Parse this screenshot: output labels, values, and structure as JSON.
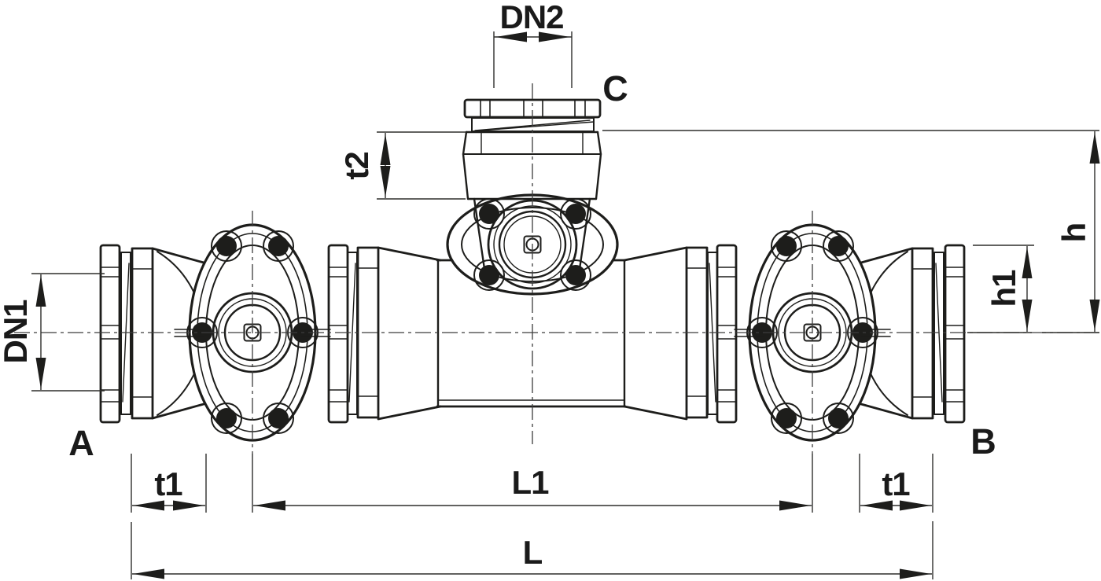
{
  "drawing": {
    "type": "technical-dimension-drawing",
    "subject": "flanged-tee-pipe-fitting"
  },
  "labels": {
    "dn2": "DN2",
    "c": "C",
    "t2": "t2",
    "h": "h",
    "h1": "h1",
    "dn1": "DN1",
    "a": "A",
    "b": "B",
    "t1_left": "t1",
    "l1": "L1",
    "t1_right": "t1",
    "l": "L"
  },
  "colors": {
    "line": "#1d1d1b",
    "dimension_line": "#2e2e2c",
    "centerline": "#3c3c3c",
    "background": "#ffffff",
    "bolt_fill": "#1d1d1b"
  }
}
